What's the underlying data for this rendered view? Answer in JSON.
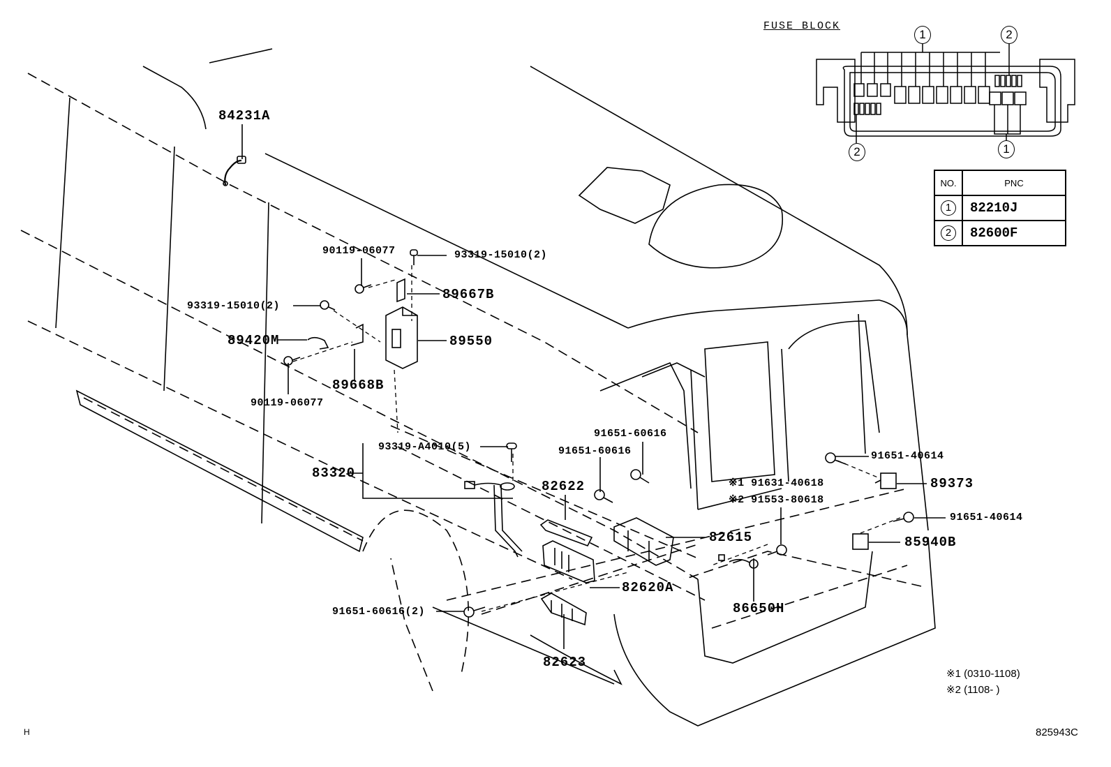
{
  "diagram": {
    "type": "parts-exploded-view",
    "ref_code": "825943C",
    "corner_mark": "H"
  },
  "fuse_block": {
    "title": "FUSE BLOCK",
    "callouts": [
      "1",
      "2",
      "2",
      "1"
    ]
  },
  "pnc_table": {
    "headers": [
      "NO.",
      "PNC"
    ],
    "rows": [
      {
        "no": "1",
        "pnc": "82210J"
      },
      {
        "no": "2",
        "pnc": "82600F"
      }
    ]
  },
  "parts": {
    "p84231A": "84231A",
    "p90119_top": "90119-06077",
    "p93319_top": "93319-15010(2)",
    "p89667B": "89667B",
    "p93319_left": "93319-15010(2)",
    "p89420M": "89420M",
    "p89550": "89550",
    "p89668B": "89668B",
    "p90119_bottom": "90119-06077",
    "p93319_A4010": "93319-A4010(5)",
    "p83320": "83320",
    "p91651_60616_a": "91651-60616",
    "p91651_60616_b": "91651-60616",
    "p82622": "82622",
    "p82615": "82615",
    "p82620A": "82620A",
    "p91651_60616_2": "91651-60616(2)",
    "p82623": "82623",
    "p91651_40614_a": "91651-40614",
    "p89373": "89373",
    "p91631": "※1 91631-40618",
    "p91553": "※2 91553-80618",
    "p91651_40614_b": "91651-40614",
    "p85940B": "85940B",
    "p86650H": "86650H"
  },
  "notes": {
    "n1": "※1 (0310-1108)",
    "n2": "※2 (1108-      )"
  }
}
